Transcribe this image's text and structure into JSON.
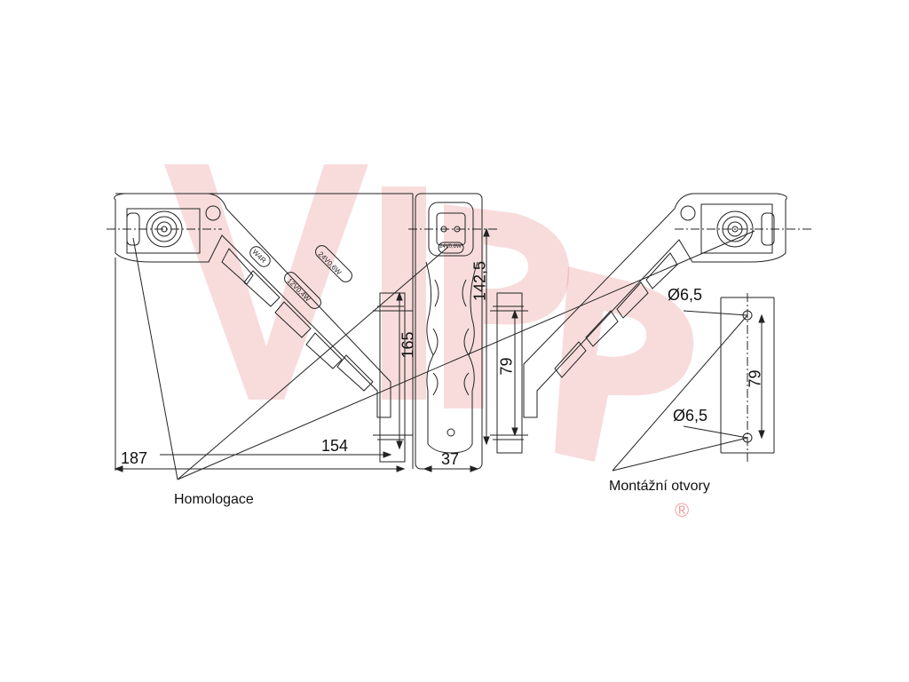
{
  "watermark": {
    "text": "VIPP",
    "color": "#e06060",
    "registered": "®"
  },
  "dimensions": {
    "overall_width": "187",
    "arm_width": "154",
    "height": "165",
    "side_width": "37",
    "side_height": "142,5",
    "mount_spacing_side": "79",
    "mount_spacing_detail": "79",
    "hole_top": "Ø6,5",
    "hole_bottom": "Ø6,5"
  },
  "callouts": {
    "homologation": "Homologace",
    "mounting_holes": "Montážní otvory"
  },
  "part_markings": {
    "w4r": "W4R",
    "bulb_24v": "24V0,6W",
    "bulb_12v": "12V0,4W",
    "side_code": "24V0,6W"
  },
  "colors": {
    "line": "#222222",
    "watermark": "#e06060"
  }
}
